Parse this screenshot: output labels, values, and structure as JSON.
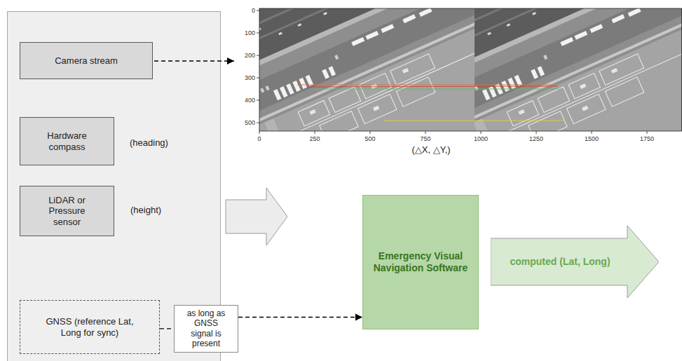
{
  "diagram": {
    "nodes": [
      {
        "text": [
          "Camera stream"
        ]
      },
      {
        "text": [
          "Hardware compass"
        ]
      },
      {
        "text": [
          "LiDAR or Pressure sensor"
        ]
      },
      {
        "text": [
          "GNSS (reference Lat, Long for sync)"
        ]
      },
      {
        "text": [
          "as long as GNSS signal is present"
        ]
      },
      {
        "text": [
          "Emergency Visual Navigation Software"
        ]
      },
      {
        "text": [
          "computed (Lat, Long)"
        ]
      }
    ],
    "edges": [
      {
        "from": 3,
        "to": 4,
        "arrow": "none"
      },
      {
        "from": 4,
        "to": 5,
        "arrow": "to"
      }
    ],
    "labels": [
      "(heading)",
      "(height)",
      "0",
      "100",
      "200",
      "300",
      "400",
      "500",
      "0",
      "250",
      "500",
      "750",
      "1000",
      "1250",
      "1500",
      "1750",
      "(△X, △Y,)"
    ]
  }
}
